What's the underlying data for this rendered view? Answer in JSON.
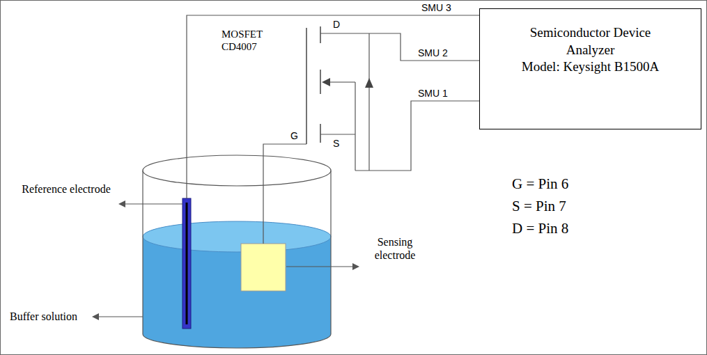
{
  "diagram": {
    "nodes": [
      {
        "text": [
          "Semiconductor Device Analyzer",
          "Model: Keysight B1500A"
        ]
      }
    ],
    "labels": [
      "SMU 3",
      "MOSFET CD4007",
      "D",
      "SMU 2",
      "SMU 1",
      "G",
      "S",
      "G = Pin 6",
      "S = Pin 7",
      "D = Pin 8",
      "Reference electrode",
      "Sensing electrode",
      "Buffer solution"
    ]
  }
}
